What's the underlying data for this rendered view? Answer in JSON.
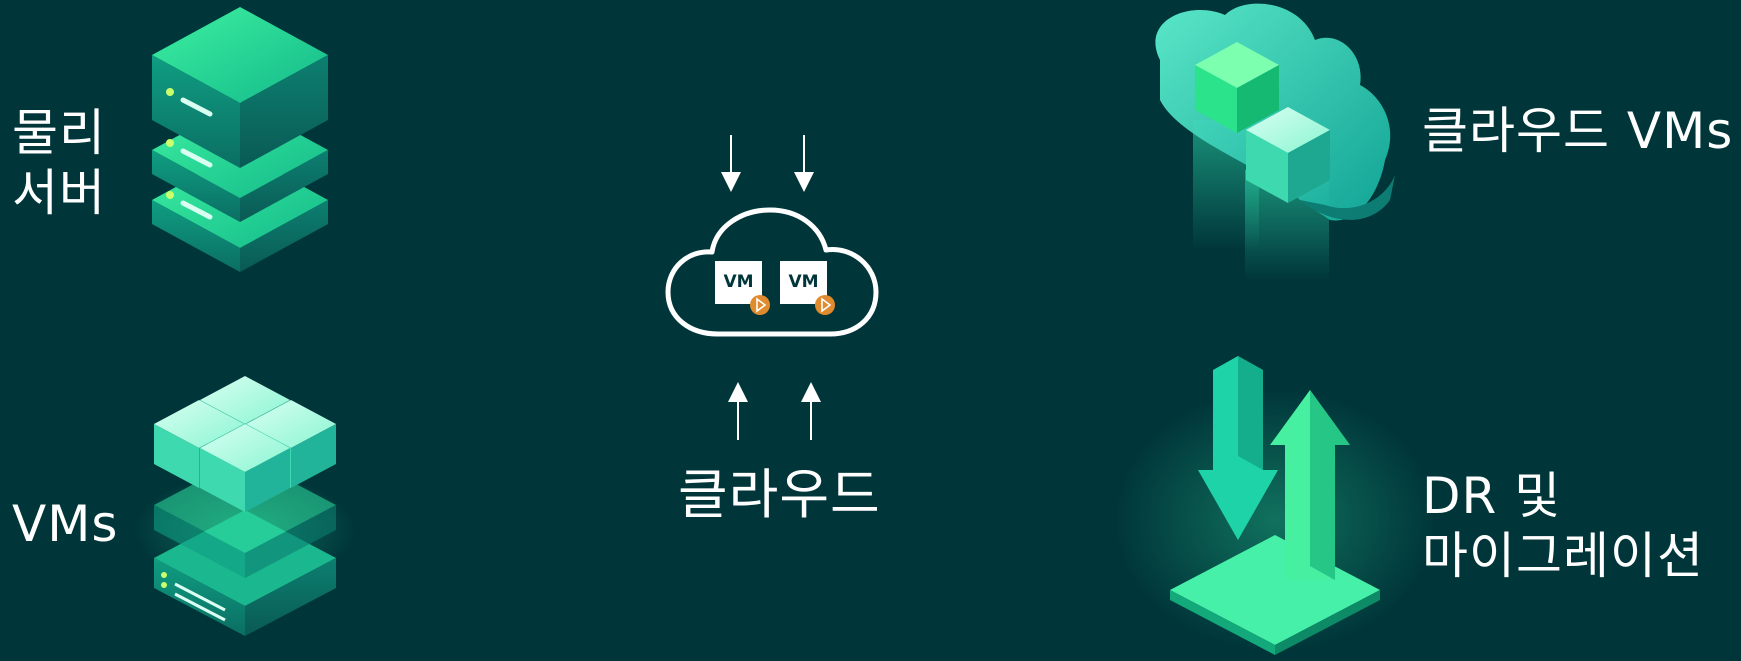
{
  "left": {
    "physical_servers": {
      "line1": "물리",
      "line2": "서버"
    },
    "vms": {
      "label": "VMs"
    }
  },
  "right": {
    "cloud_vms": {
      "label": "클라우드 VMs"
    },
    "dr_migration": {
      "line1": "DR 및",
      "line2": "마이그레이션"
    }
  },
  "center": {
    "cloud_label": "클라우드",
    "vm_badge_1": "VM",
    "vm_badge_2": "VM",
    "play_color": "#e08b2e"
  },
  "colors": {
    "background": "#00363a",
    "accent_green": "#2fe08a",
    "teal": "#1fc8b0",
    "line": "#ffffff"
  }
}
